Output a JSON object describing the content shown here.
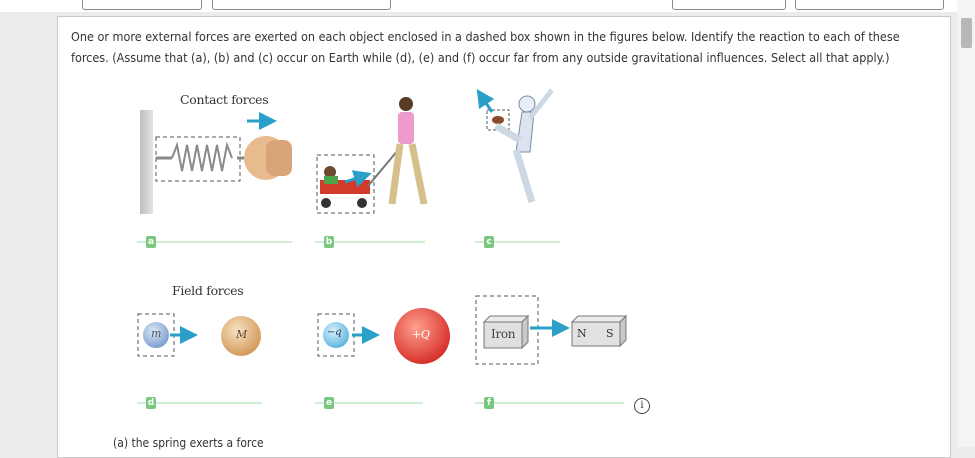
{
  "question": {
    "text": "One or more external forces are exerted on each object enclosed in a dashed box shown in the figures below. Identify the reaction to each of these forces. (Assume that (a), (b) and (c) occur on Earth while (d), (e) and (f) occur far from any outside gravitational influences. Select all that apply.)"
  },
  "figure": {
    "contact_label": "Contact forces",
    "field_label": "Field forces",
    "badges": [
      "a",
      "b",
      "c",
      "d",
      "e",
      "f"
    ],
    "mass_small": "m",
    "mass_large": "M",
    "charge_neg": "−q",
    "charge_pos": "+Q",
    "iron_label": "Iron",
    "magnet_n": "N",
    "magnet_s": "S"
  },
  "info_icon": "i",
  "next_item_text": "(a) the spring exerts a force",
  "colors": {
    "arrow": "#2aa0c9",
    "badge": "#7ac87f",
    "charge_pos": "#e0423a"
  }
}
